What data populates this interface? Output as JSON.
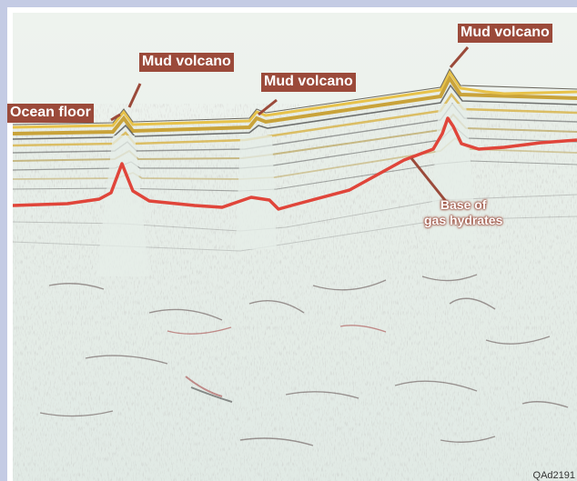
{
  "figure": {
    "labels": {
      "ocean_floor": "Ocean floor",
      "mud_volcano_1": "Mud volcano",
      "mud_volcano_2": "Mud volcano",
      "mud_volcano_3": "Mud volcano",
      "base_line1": "Base of",
      "base_line2": "gas hydrates"
    },
    "figure_code": "QAd2191",
    "colors": {
      "background": "#c4cbe4",
      "label_fill": "#9b4a3a",
      "hydrate_line": "#e0453a",
      "ocean_floor_band": "#e7c24a",
      "sediment": "#e4ede7"
    }
  }
}
